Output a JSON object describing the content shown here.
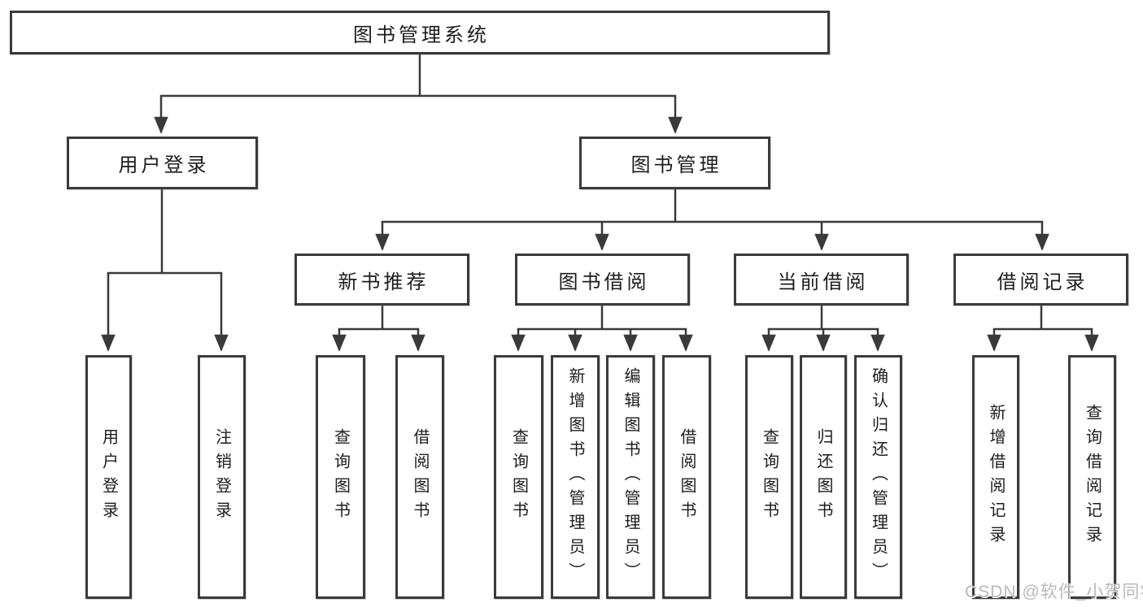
{
  "diagram": {
    "root": "图书管理系统",
    "branches": [
      {
        "label": "用户登录",
        "children": [
          {
            "label": "用户登录"
          },
          {
            "label": "注销登录"
          }
        ]
      },
      {
        "label": "图书管理",
        "children": [
          {
            "label": "新书推荐",
            "children": [
              {
                "label": "查询图书"
              },
              {
                "label": "借阅图书"
              }
            ]
          },
          {
            "label": "图书借阅",
            "children": [
              {
                "label": "查询图书"
              },
              {
                "label": "新增图书（管理员）"
              },
              {
                "label": "编辑图书（管理员）"
              },
              {
                "label": "借阅图书"
              }
            ]
          },
          {
            "label": "当前借阅",
            "children": [
              {
                "label": "查询图书"
              },
              {
                "label": "归还图书"
              },
              {
                "label": "确认归还（管理员）"
              }
            ]
          },
          {
            "label": "借阅记录",
            "children": [
              {
                "label": "新增借阅记录"
              },
              {
                "label": "查询借阅记录"
              }
            ]
          }
        ]
      }
    ]
  },
  "watermark": "CSDN @软件_小贺同学",
  "colors": {
    "line": "#3a3a3a",
    "box_border": "#3b3b3b",
    "text": "#1d1d1f",
    "watermark": "#b9b9b9",
    "background": "#ffffff"
  }
}
